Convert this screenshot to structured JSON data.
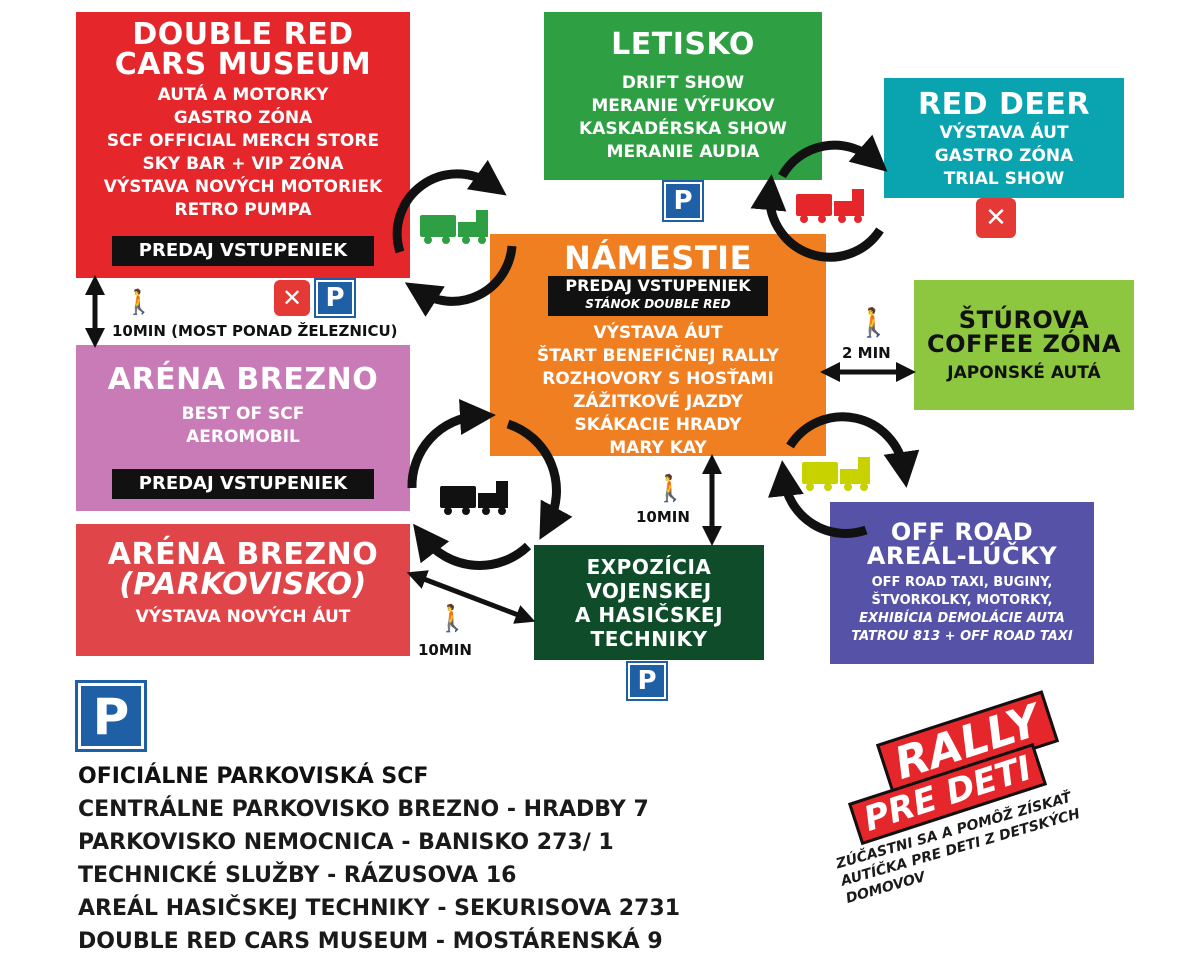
{
  "colors": {
    "red": "#e5262b",
    "green": "#2ea043",
    "teal": "#0aa3b0",
    "orange": "#f07f22",
    "lime": "#8dc63f",
    "pink": "#c97bb8",
    "salmon": "#e0454a",
    "darkgreen": "#0f4d2a",
    "purple": "#5552a8",
    "parking": "#1f5fa6"
  },
  "boxes": {
    "museum": {
      "title1": "DOUBLE RED",
      "title2": "CARS MUSEUM",
      "lines": [
        "AUTÁ A MOTORKY",
        "GASTRO ZÓNA",
        "SCF OFFICIAL MERCH STORE",
        "SKY BAR + VIP ZÓNA",
        "VÝSTAVA NOVÝCH MOTORIEK",
        "RETRO PUMPA"
      ],
      "bar": "PREDAJ VSTUPENIEK"
    },
    "letisko": {
      "title": "LETISKO",
      "lines": [
        "DRIFT SHOW",
        "MERANIE VÝFUKOV",
        "KASKADÉRSKA SHOW",
        "MERANIE AUDIA"
      ]
    },
    "reddeer": {
      "title": "RED DEER",
      "lines": [
        "VÝSTAVA ÁUT",
        "GASTRO ZÓNA",
        "TRIAL SHOW"
      ]
    },
    "namestie": {
      "title": "NÁMESTIE",
      "bar": "PREDAJ VSTUPENIEK",
      "bar_sub": "STÁNOK DOUBLE RED",
      "lines": [
        "VÝSTAVA ÁUT",
        "ŠTART BENEFIČNEJ RALLY",
        "ROZHOVORY S HOSŤAMI",
        "ZÁŽITKOVÉ JAZDY",
        "SKÁKACIE HRADY",
        "MARY KAY"
      ]
    },
    "sturova": {
      "title1": "ŠTÚROVA",
      "title2": "COFFEE ZÓNA",
      "lines": [
        "JAPONSKÉ AUTÁ"
      ]
    },
    "arena": {
      "title": "ARÉNA BREZNO",
      "lines": [
        "BEST OF SCF",
        "AEROMOBIL"
      ],
      "bar": "PREDAJ VSTUPENIEK"
    },
    "arenapark": {
      "title1": "ARÉNA BREZNO",
      "title2": "(PARKOVISKO)",
      "lines": [
        "VÝSTAVA NOVÝCH ÁUT"
      ]
    },
    "expo": {
      "lines": [
        "EXPOZÍCIA",
        "VOJENSKEJ",
        "A HASIČSKEJ",
        "TECHNIKY"
      ]
    },
    "offroad": {
      "title1": "OFF ROAD",
      "title2": "AREÁL-LÚČKY",
      "lines": [
        "OFF ROAD TAXI, BUGINY,",
        "ŠTVORKOLKY, MOTORKY,"
      ],
      "italic": [
        "EXHIBÍCIA DEMOLÁCIE AUTA",
        "TATROU 813 + OFF ROAD TAXI"
      ]
    }
  },
  "walk": {
    "museum_arena": "10MIN (MOST PONAD ŽELEZNICU)",
    "namestie_sturova": "2 MIN",
    "namestie_expo": "10MIN",
    "arenapark_expo": "10MIN"
  },
  "parking_symbol": "P",
  "parking": {
    "title": "OFICIÁLNE PARKOVISKÁ SCF",
    "items": [
      "CENTRÁLNE PARKOVISKO BREZNO - HRADBY 7",
      "PARKOVISKO NEMOCNICA - BANISKO 273/ 1",
      "TECHNICKÉ SLUŽBY -  RÁZUSOVA 16",
      "AREÁL HASIČSKEJ TECHNIKY - SEKURISOVA 2731",
      "DOUBLE RED CARS MUSEUM - MOSTÁRENSKÁ 9"
    ]
  },
  "logo": {
    "word1": "RALLY",
    "word2": "PRE DETI",
    "slogan": [
      "ZÚČASTNI SA A POMÔŽ ZÍSKAŤ",
      "AUTÍČKA PRE DETI Z DETSKÝCH",
      "DOMOVOV"
    ]
  }
}
